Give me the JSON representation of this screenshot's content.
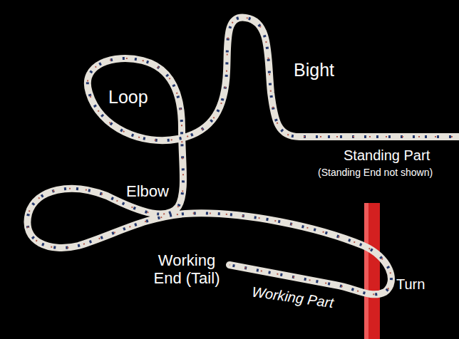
{
  "diagram": {
    "labels": [
      "Loop",
      "Bight",
      "Standing Part",
      "(Standing End not shown)",
      "Elbow",
      "Working End (Tail)",
      "Working Part",
      "Turn"
    ]
  }
}
